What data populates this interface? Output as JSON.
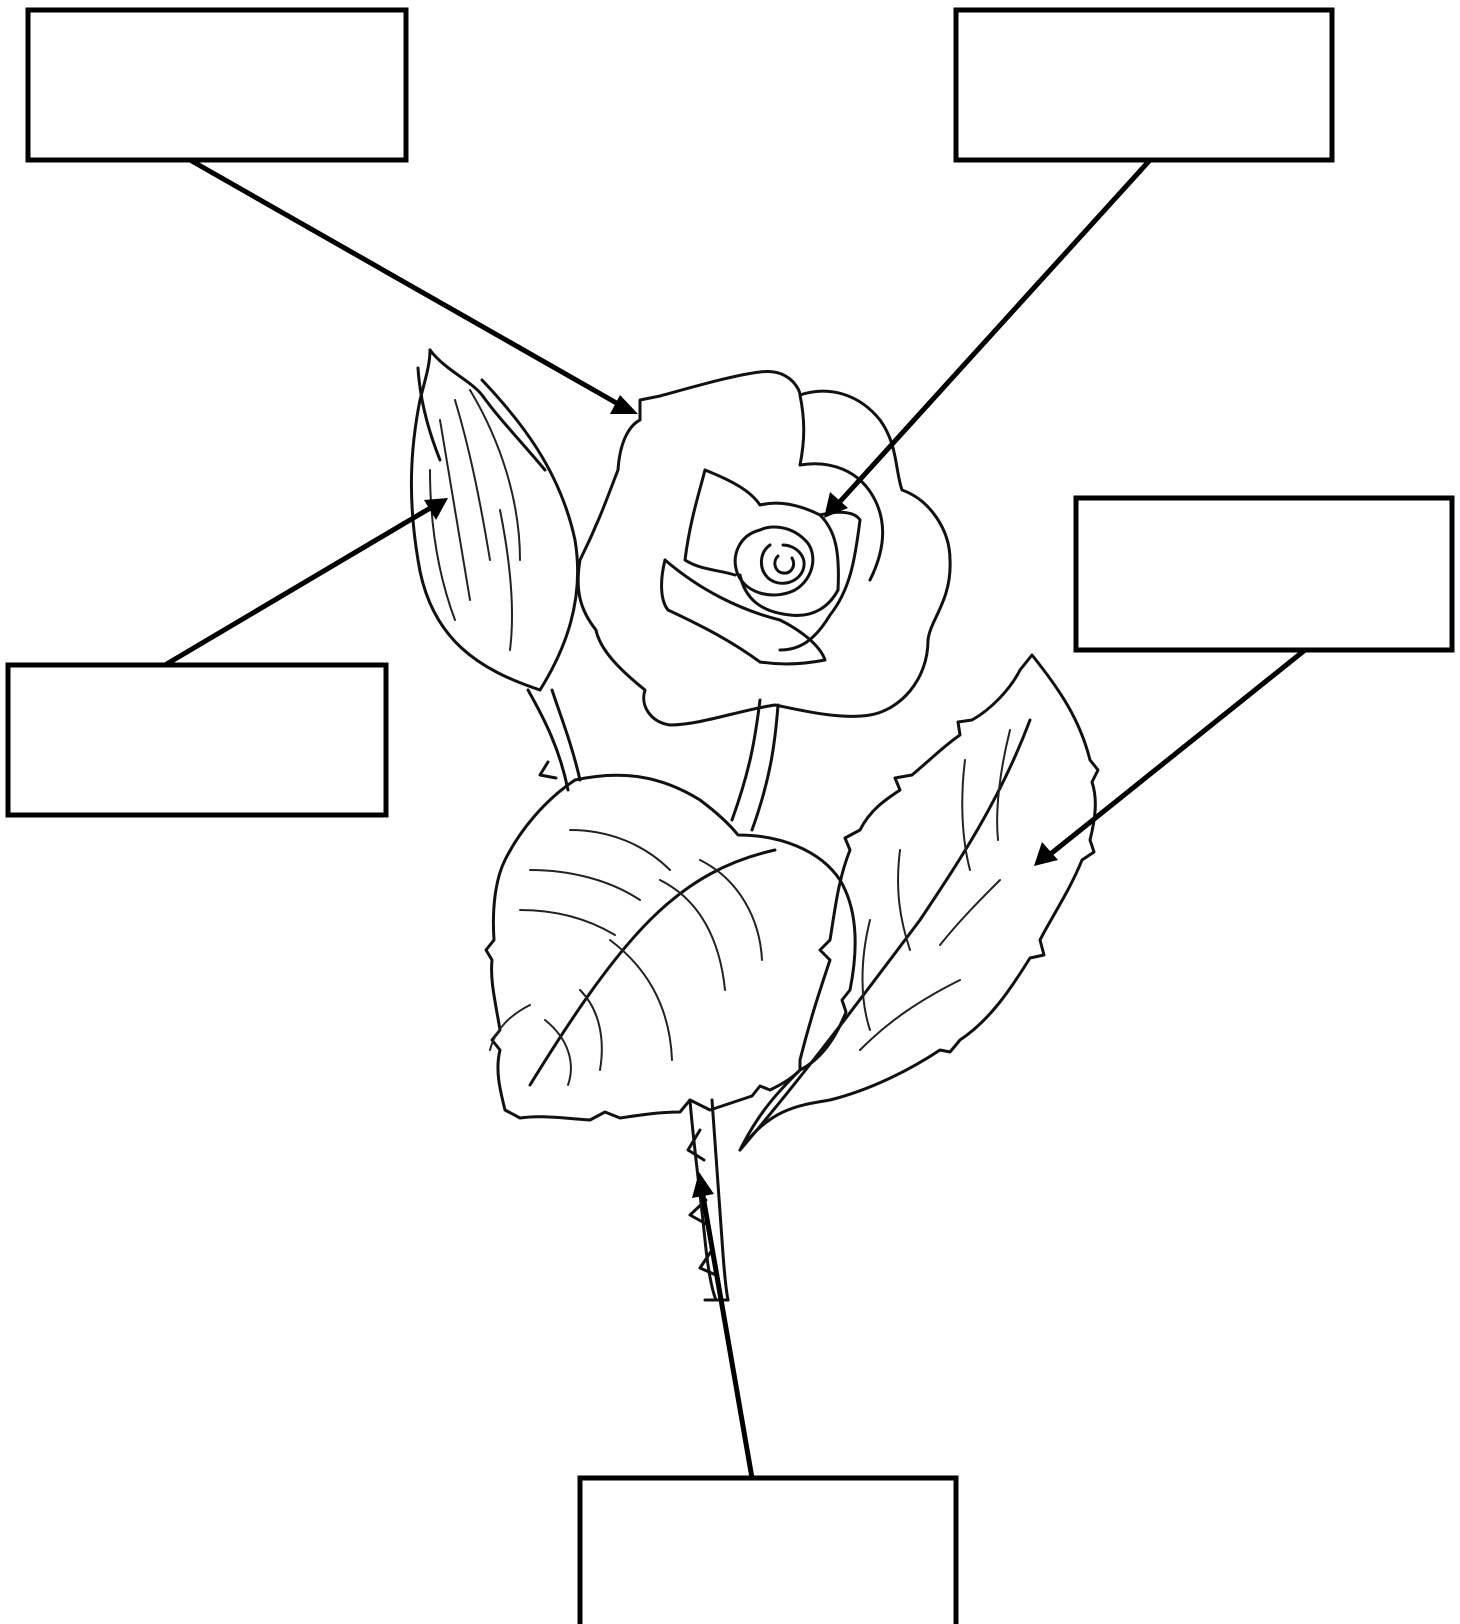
{
  "worksheet": {
    "subject": "rose-plant-parts",
    "colors": {
      "ink": "#000000",
      "background": "#ffffff"
    },
    "label_boxes": [
      {
        "id": "box-top-left",
        "points_to": "petal",
        "text": ""
      },
      {
        "id": "box-top-right",
        "points_to": "flower-center",
        "text": ""
      },
      {
        "id": "box-left",
        "points_to": "bud",
        "text": ""
      },
      {
        "id": "box-right",
        "points_to": "leaf",
        "text": ""
      },
      {
        "id": "box-bottom",
        "points_to": "stem",
        "text": ""
      }
    ]
  }
}
